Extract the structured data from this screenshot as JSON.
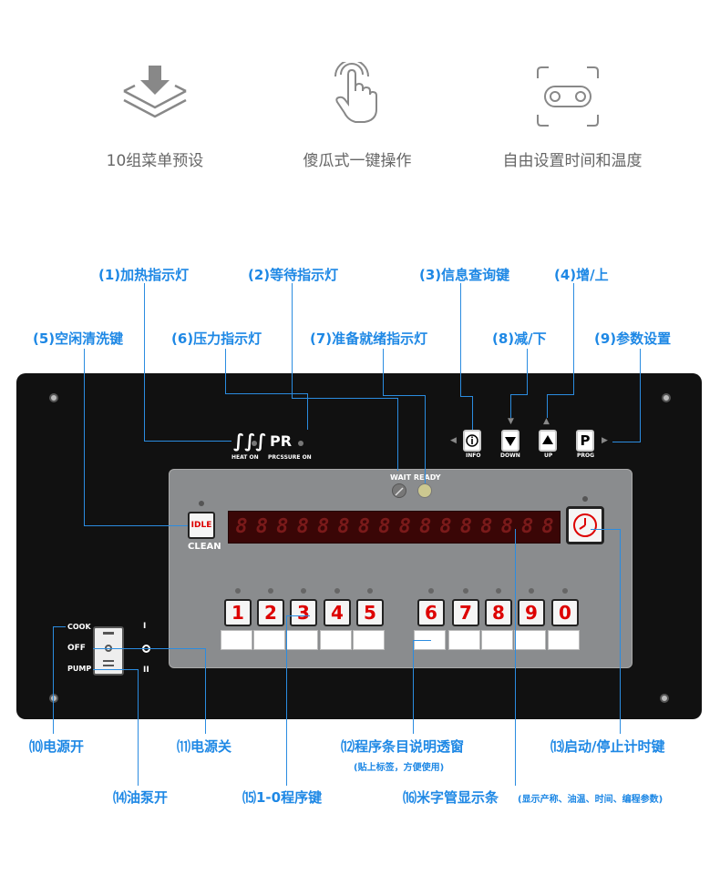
{
  "features": [
    {
      "icon": "layers-download-icon",
      "label": "10组菜单预设"
    },
    {
      "icon": "touch-hand-icon",
      "label": "傻瓜式一键操作"
    },
    {
      "icon": "toggle-frame-icon",
      "label": "自由设置时间和温度"
    }
  ],
  "callouts": {
    "c1": "(1)加热指示灯",
    "c2": "(2)等待指示灯",
    "c3": "(3)信息查询键",
    "c4": "(4)增/上",
    "c5": "(5)空闲清洗键",
    "c6": "(6)压力指示灯",
    "c7": "(7)准备就绪指示灯",
    "c8": "(8)减/下",
    "c9": "(9)参数设置",
    "c10": "⑽电源开",
    "c11": "⑾电源关",
    "c12": "⑿程序条目说明透窗",
    "c12_sub": "(贴上标签，方便使用)",
    "c13": "⒀启动/停止计时键",
    "c14": "⒁油泵开",
    "c15": "⒂1-0程序键",
    "c16": "⒃米字管显示条",
    "c16_sub": "(显示产称、油温、时间、编程参数)"
  },
  "panel": {
    "heat_on": "HEAT ON",
    "pr": "PR",
    "pressure_on": "PRCSSURE ON",
    "wait_ready": "WAIT READY",
    "idle": "IDLE",
    "clean": "CLEAN",
    "info": "INFO",
    "down": "DOWN",
    "up": "UP",
    "prog_key": "P",
    "prog": "PROG",
    "cook": "COOK",
    "off": "OFF",
    "pump": "PUMP",
    "switch_i": "I",
    "switch_ii": "II",
    "keys": [
      "1",
      "2",
      "3",
      "4",
      "5",
      "6",
      "7",
      "8",
      "9",
      "0"
    ]
  },
  "colors": {
    "accent": "#1e88e5",
    "panel": "#111111",
    "key_digit": "#dd0000"
  }
}
